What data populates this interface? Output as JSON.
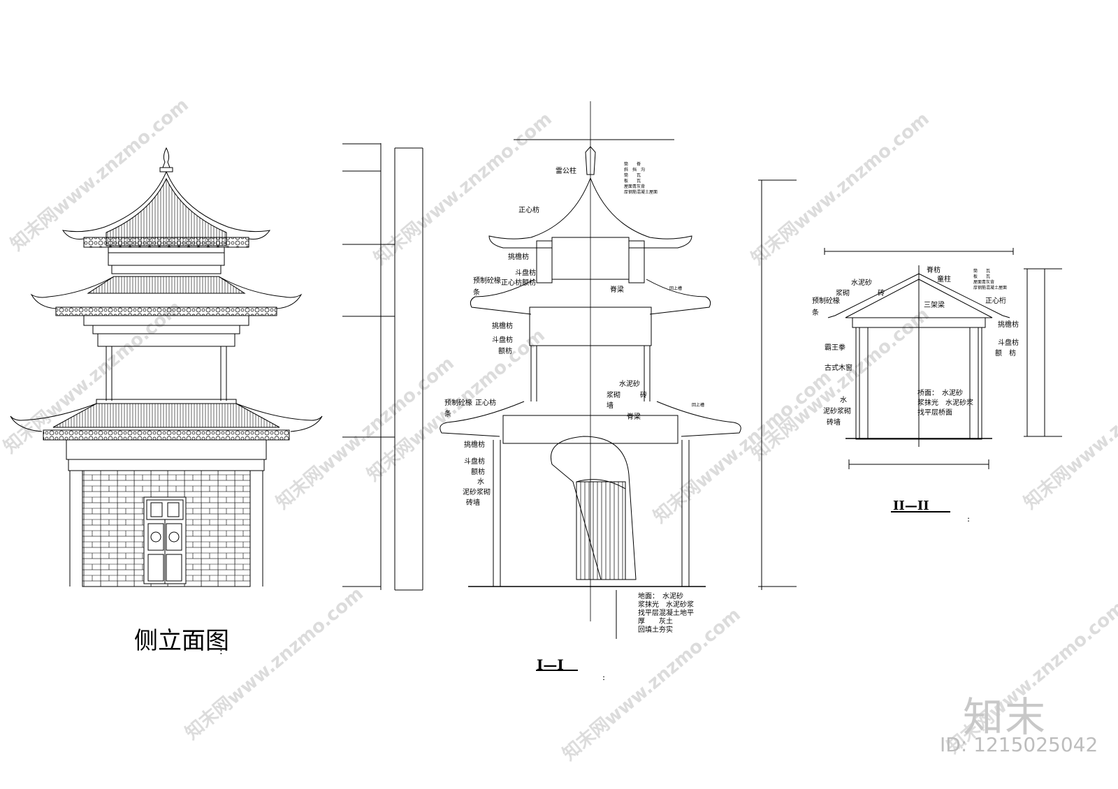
{
  "drawings": {
    "side_elevation": {
      "title": "侧立面图",
      "colon": ":"
    },
    "section_1": {
      "title": "I—I",
      "colon": ":",
      "labels": {
        "leigongzhu": "雷公柱",
        "zhengxinfang_top": "正心枋",
        "tiaoyanfang_1": "挑檐枋",
        "doupanfang_1": "斗盘枋",
        "yuzhi_chuan_1": "预制砼椽",
        "tiao_1": "条",
        "zhengxinfang_1": "正心枋",
        "efang_1": "额枋",
        "jiliang_1": "脊梁",
        "tiaoyanfang_2": "挑檐枋",
        "doupanfang_2": "斗盘枋",
        "efang_2": "额枋",
        "shuinisha_1": "水泥砂",
        "jiangqi_1": "浆砌",
        "zhuan_1": "砖",
        "qiang_1": "墙",
        "jiliang_2": "脊梁",
        "yuzhi_chuan_2": "预制砼椽",
        "zhengxinfang_2": "正心枋",
        "tiao_2": "条",
        "tiaoyanfang_3": "挑檐枋",
        "doupanfang_3": "斗盘枋",
        "efang_3": "额枋",
        "shui": "水",
        "nisha_jiangqi": "泥砂浆砌",
        "zhuanqiang": "砖墙",
        "huishang_1": "回上槽",
        "huishang_2": "回上槽"
      },
      "roof_notes": [
        "筒　　脊",
        "斜　挡　沟",
        "筒　　瓦",
        "板　　瓦",
        "屋面青灰背",
        "厚钢筋混凝土屋面"
      ],
      "floor_notes": [
        "地面：　水泥砂",
        "浆抹光　水泥砂浆",
        "找平层混凝土地平",
        "厚　　灰土",
        "回填土夯实"
      ]
    },
    "section_2": {
      "title": "II—II",
      "colon": ":",
      "labels": {
        "jifang": "脊枋",
        "tongzhu": "童柱",
        "shuinisha": "水泥砂",
        "jiangqi": "浆砌",
        "zhuan": "砖",
        "yuzhi_chuan": "预制砼椽",
        "tiao": "条",
        "sanjialiang": "三架梁",
        "zhengxinheng": "正心桁",
        "tiaoyanfang": "挑檐枋",
        "doupanfang": "斗盘枋",
        "efang": "额　枋",
        "batwanquan": "霸王拳",
        "gushimuchuang": "古式木窗",
        "shui": "水",
        "nisha_jiangqi": "泥砂浆砌",
        "zhuanqiang": "砖墙",
        "qiaomian_1": "桥面：　水泥砂",
        "qiaomian_2": "浆抹光　水泥砂浆",
        "qiaomian_3": "找平层桥面"
      },
      "roof_notes": [
        "筒　　瓦",
        "板　　瓦",
        "屋面青灰背",
        "厚钢筋混凝土屋面"
      ]
    }
  },
  "watermarks": [
    "知末网www.znzmo.com"
  ],
  "brand": {
    "logo": "知末",
    "id_text": "ID: 1215025042"
  },
  "colors": {
    "line": "#000000",
    "watermark": "#dcdcdc",
    "logo": "#c8c8c8"
  }
}
